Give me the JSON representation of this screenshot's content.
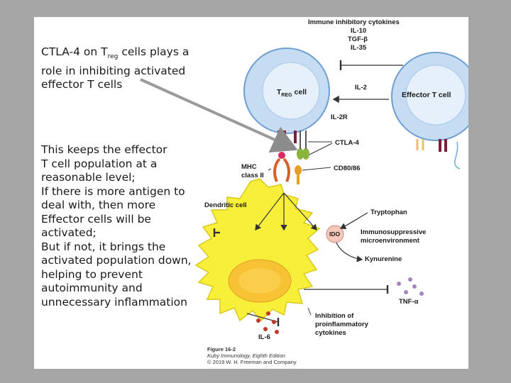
{
  "slide": {
    "intro": {
      "line1_pre": "CTLA-4 on T",
      "line1_sub": "reg",
      "line1_post": " cells plays a",
      "line2": "role in inhibiting  activated",
      "line3": "effector T cells"
    },
    "explain_lines": [
      "This keeps the effector",
      "T cell population at a",
      "reasonable level;",
      "If there is more antigen to",
      "deal with, then more",
      "Effector cells will be",
      "activated;",
      "But if not, it brings the",
      "activated population down,",
      "helping to prevent",
      "autoimmunity and",
      "unnecessary inflammation"
    ]
  },
  "figure": {
    "cytokines_title": "Immune inhibitory cytokines",
    "cytokines": [
      "IL-10",
      "TGF-β",
      "IL-35"
    ],
    "treg_pre": "T",
    "treg_sub": "REG",
    "treg_post": " cell",
    "effector_label": "Effector T cell",
    "il2": "IL-2",
    "il2r": "IL-2R",
    "ctla4": "CTLA-4",
    "cd80": "CD80/86",
    "mhc": "MHC",
    "mhc2": "class II",
    "dendritic": "Dendritic cell",
    "tryptophan": "Tryptophan",
    "ido": "IDO",
    "immuno1": "Immunosuppressive",
    "immuno2": "microenvironment",
    "kynurenine": "Kynurenine",
    "tnf": "TNF-α",
    "inhib1": "Inhibition of",
    "inhib2": "proinflammatory",
    "inhib3": "cytokines",
    "il6": "IL-6",
    "fig_title": "Figure 16-2",
    "fig_book": "Kuby Immunology, Eighth Edition",
    "fig_copy": "© 2019 W. H. Freeman and Company"
  },
  "colors": {
    "background": "#a6a6a6",
    "cell_blue": "#c5dcf2",
    "cell_outline": "#6f9fd0",
    "nucleus_blue": "#e6f0fa",
    "dendritic_yellow": "#f8ef3a",
    "nucleus_orange": "#f7c233",
    "arrow_gray": "#9a9a9a",
    "receptor_maroon": "#7a1f3d",
    "receptor_green": "#8bb43a",
    "receptor_orange": "#e8a020",
    "il6_red": "#c0392b",
    "tnf_purple": "#a784c0"
  }
}
